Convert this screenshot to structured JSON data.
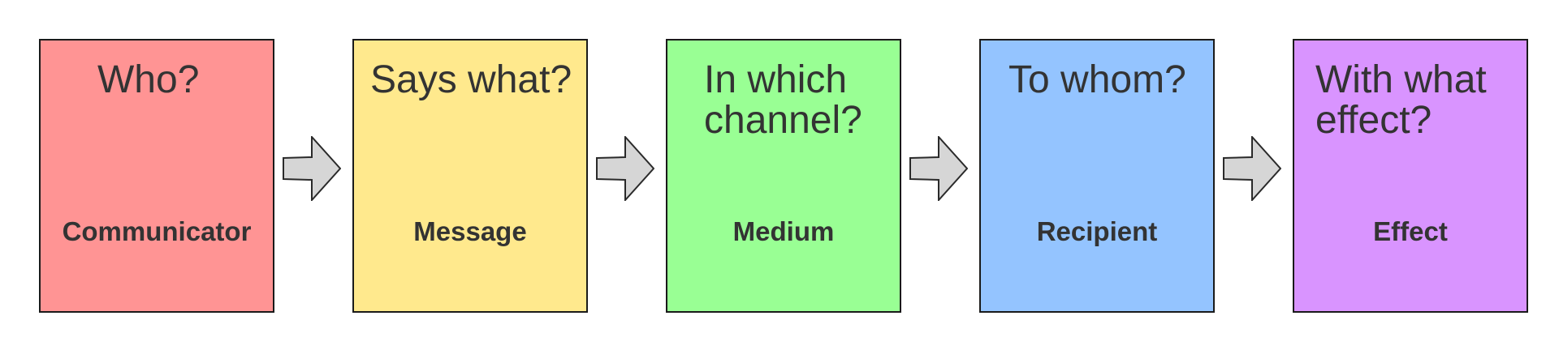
{
  "stages": [
    {
      "question": "Who?",
      "role": "Communicator",
      "color": "#ff9494"
    },
    {
      "question": "Says what?",
      "role": "Message",
      "color": "#ffe98d"
    },
    {
      "question": "In which channel?",
      "role": "Medium",
      "color": "#99ff94"
    },
    {
      "question": "To whom?",
      "role": "Recipient",
      "color": "#94c4ff"
    },
    {
      "question": "With what effect?",
      "role": "Effect",
      "color": "#d994ff"
    }
  ],
  "arrow_color": "#d6d6d6",
  "arrow_icon": "right-arrow-icon"
}
